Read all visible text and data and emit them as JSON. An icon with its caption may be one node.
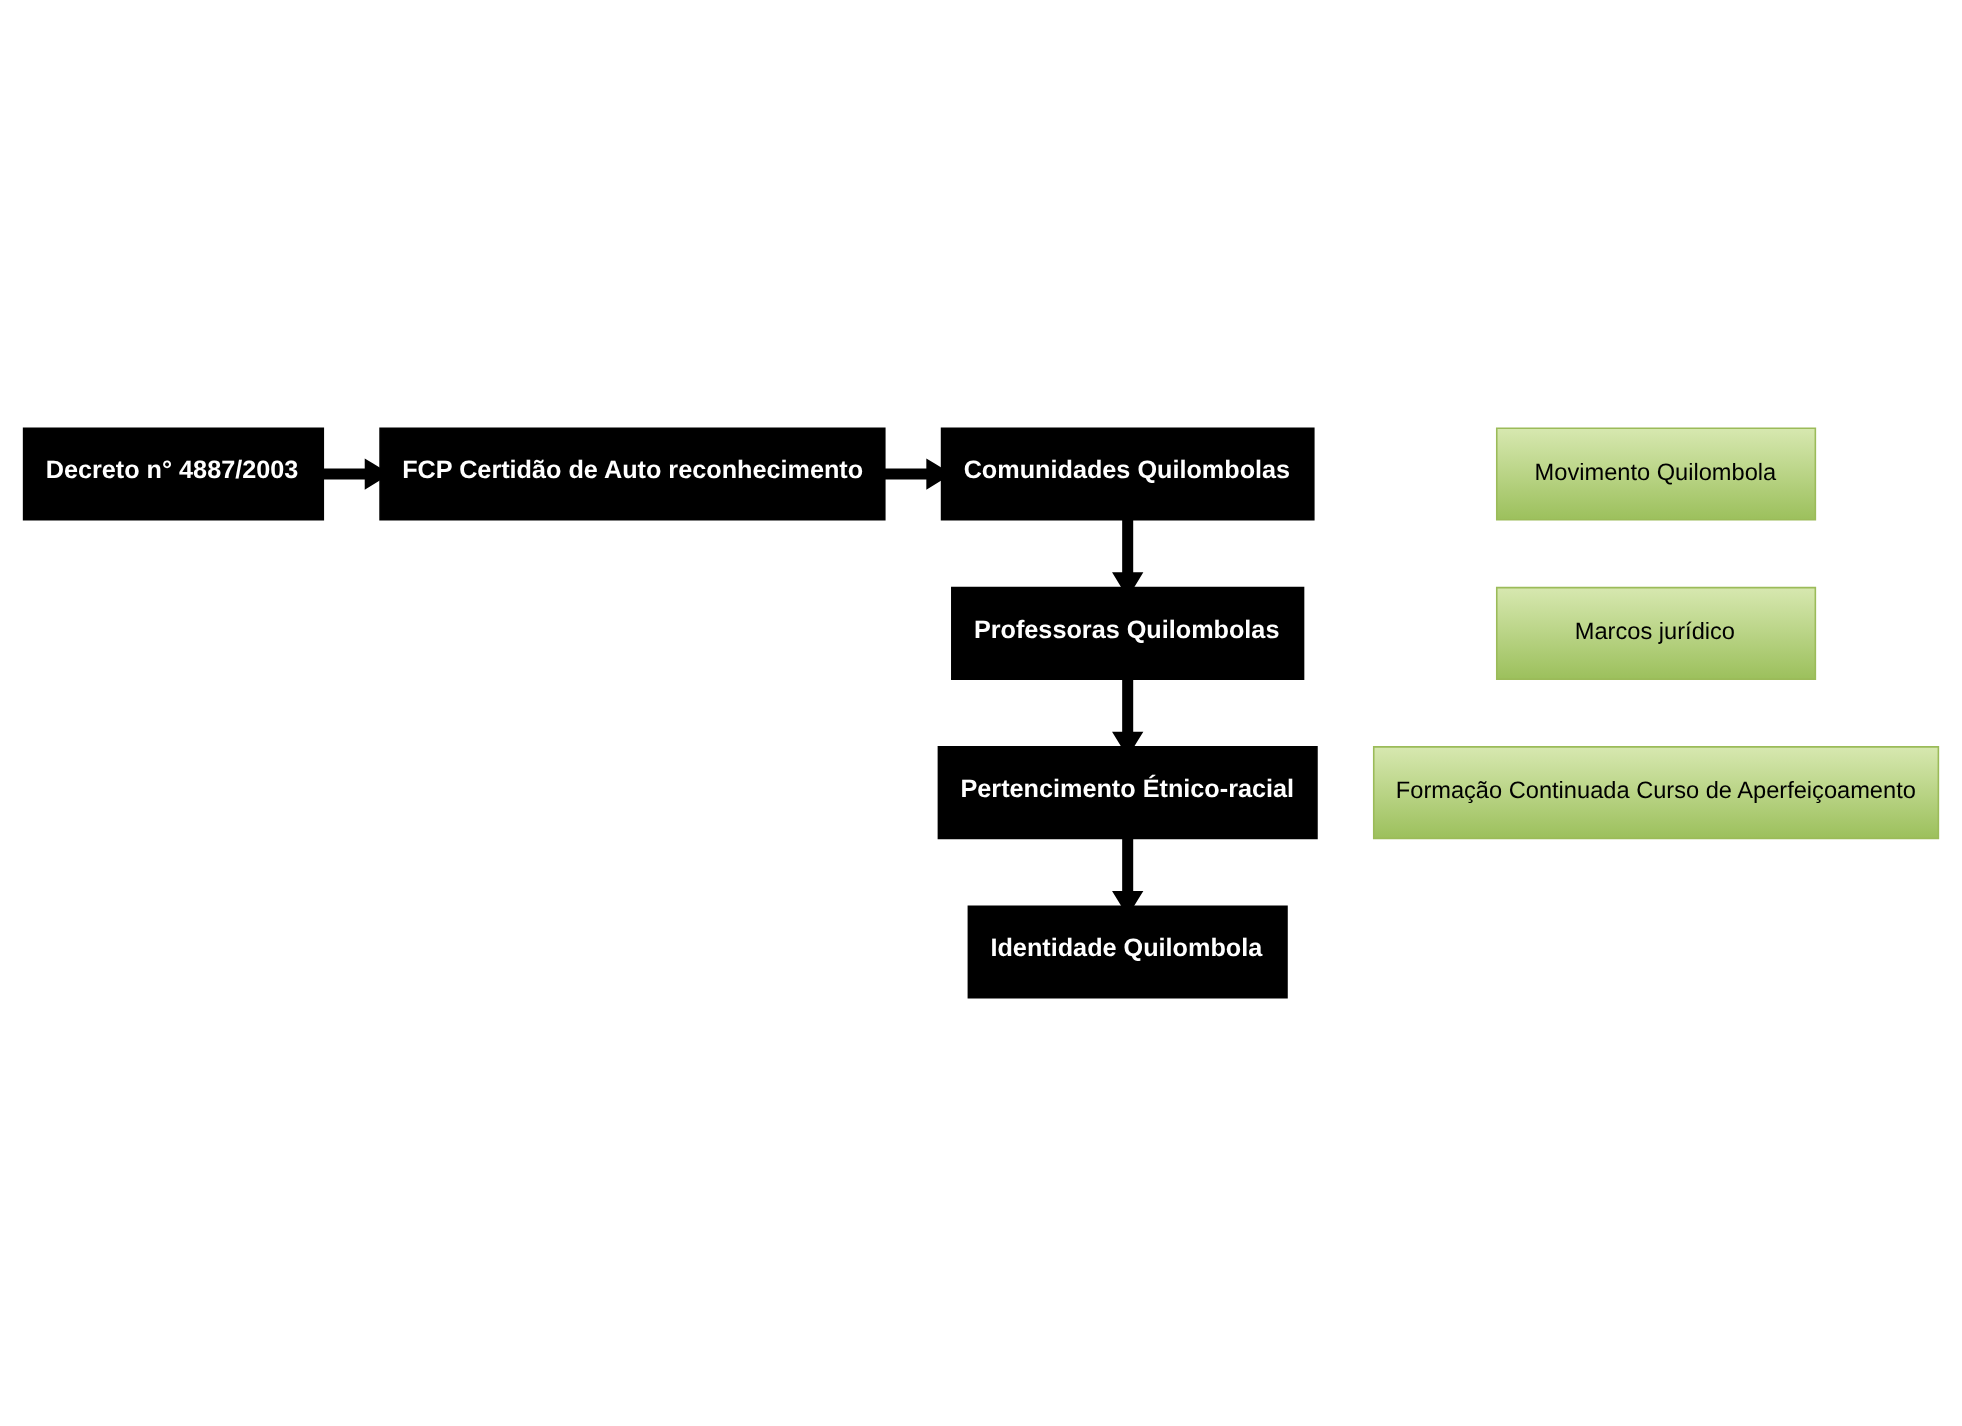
{
  "diagram": {
    "nodes": [
      {
        "text": [
          "Decreto n° 4887/2003"
        ]
      },
      {
        "text": [
          "FCP Certidão de Auto reconhecimento"
        ]
      },
      {
        "text": [
          "Comunidades Quilombolas"
        ]
      },
      {
        "text": [
          "Movimento Quilombola"
        ]
      },
      {
        "text": [
          "Marcos jurídico"
        ]
      },
      {
        "text": [
          "Formação Continuada Curso de Aperfeiçoamento"
        ]
      },
      {
        "text": [
          "Professoras Quilombolas"
        ]
      },
      {
        "text": [
          "Pertencimento Étnico-racial"
        ]
      },
      {
        "text": [
          "Identidade Quilombola"
        ]
      }
    ],
    "edges": [
      {
        "from": 0,
        "to": 1,
        "arrow": "to"
      },
      {
        "from": 1,
        "to": 2,
        "arrow": "to"
      },
      {
        "from": 2,
        "to": 6,
        "arrow": "to"
      },
      {
        "from": 6,
        "to": 7,
        "arrow": "to"
      },
      {
        "from": 7,
        "to": 8,
        "arrow": "to"
      }
    ]
  }
}
